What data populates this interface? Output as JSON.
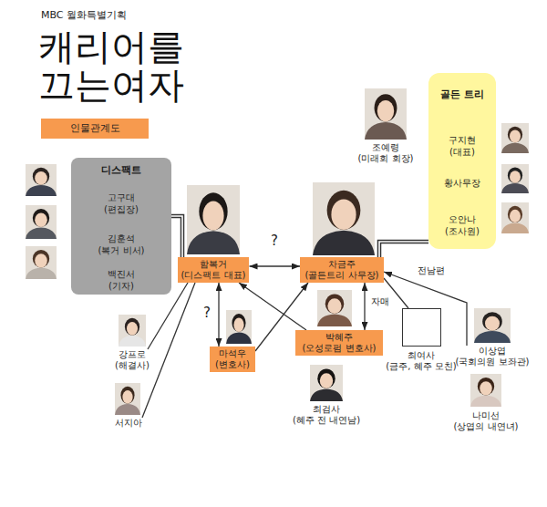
{
  "diagram": {
    "title": "캐리어를 끄는여자",
    "nodes": [
      {
        "text": [
          "인물관계도"
        ]
      },
      {
        "text": [
          "디스팩트",
          "고구대",
          "(편집장)",
          "김훈석",
          "(복거 비서)",
          "백진서",
          "(기자)"
        ]
      },
      {
        "text": [
          "조예령",
          "(미래회 회장)"
        ]
      },
      {
        "text": [
          "골든 트리",
          "구지현",
          "(대표)",
          "황사무장",
          "오안나",
          "(조사원)"
        ]
      },
      {
        "text": [
          "함복거",
          "(디스팩트 대표)"
        ]
      },
      {
        "text": [
          "차금주",
          "(골든트리 사무장)"
        ]
      },
      {
        "text": [
          "강프로",
          "(해결사)"
        ]
      },
      {
        "text": [
          "마석우",
          "(변호사)"
        ]
      },
      {
        "text": [
          "박혜주",
          "(오성로펌 변호사)"
        ]
      },
      {
        "text": [
          "최여사",
          "(금주, 혜주 모친)"
        ]
      },
      {
        "text": [
          "이상엽",
          "(국회의원 보좌관)"
        ]
      },
      {
        "text": [
          "서지아"
        ]
      },
      {
        "text": [
          "최검사",
          "(혜주 전 내연남)"
        ]
      },
      {
        "text": [
          "나미선",
          "(상엽의 내연녀)"
        ]
      }
    ],
    "edges": [
      {
        "from": 1,
        "to": 4,
        "arrow": "none"
      },
      {
        "from": 4,
        "to": 5,
        "label": "?",
        "arrow": "both"
      },
      {
        "from": 5,
        "to": 3,
        "arrow": "none"
      },
      {
        "from": 10,
        "to": 5,
        "label": "전남편",
        "arrow": "to"
      },
      {
        "from": 6,
        "to": 4,
        "arrow": "none"
      },
      {
        "from": 11,
        "to": 4,
        "arrow": "none"
      },
      {
        "from": 4,
        "to": 7,
        "label": "?",
        "arrow": "both"
      },
      {
        "from": 7,
        "to": 5,
        "arrow": "to"
      },
      {
        "from": 8,
        "to": 4,
        "arrow": "to"
      },
      {
        "from": 5,
        "to": 8,
        "label": "자매",
        "arrow": "both"
      },
      {
        "from": 9,
        "to": 5,
        "arrow": "none"
      }
    ],
    "labels": [
      "MBC 월화특별기획"
    ]
  }
}
